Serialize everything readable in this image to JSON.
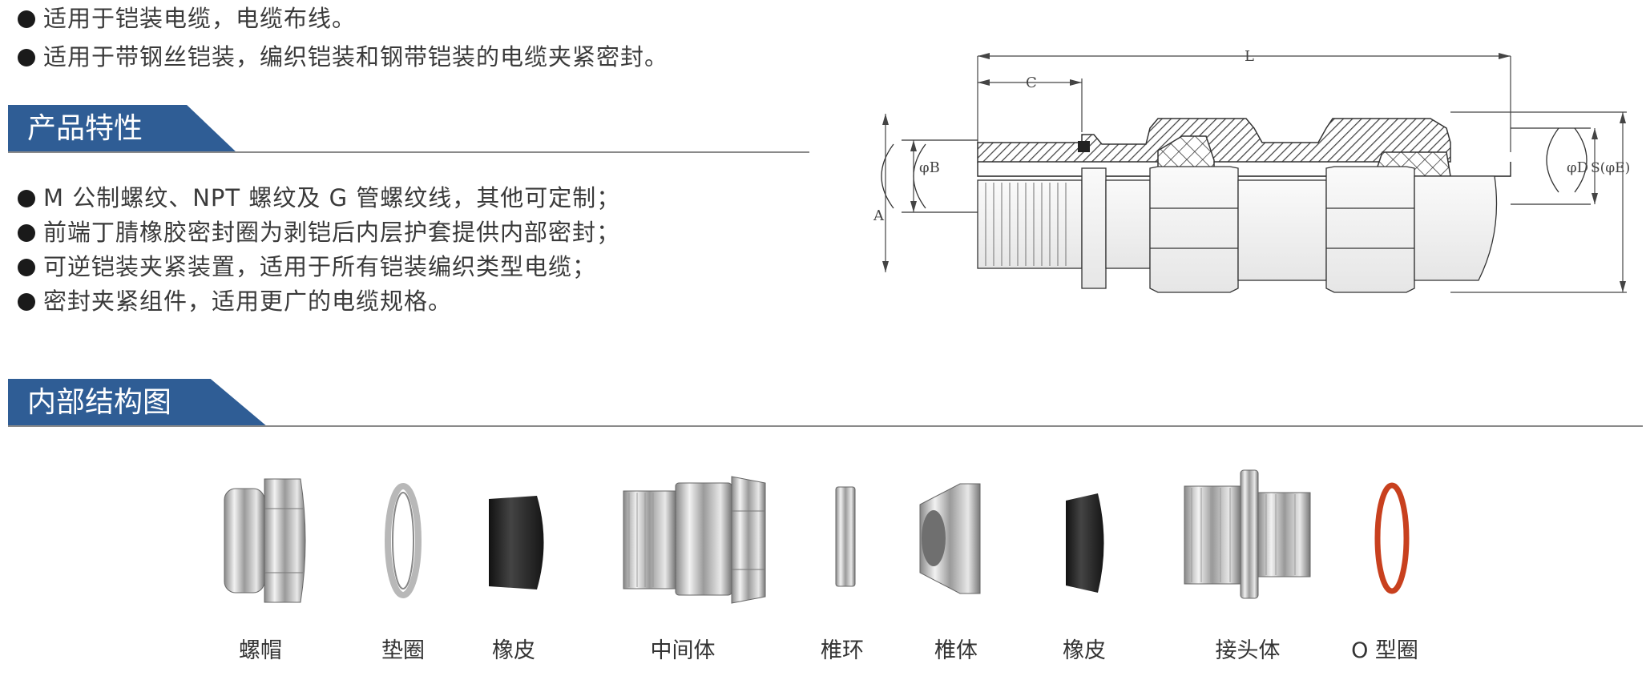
{
  "intro_bullets": [
    "适用于铠装电缆，电缆布线。",
    "适用于带钢丝铠装，编织铠装和钢带铠装的电缆夹紧密封。"
  ],
  "section_features": {
    "title": "产品特性"
  },
  "feature_bullets": [
    "M 公制螺纹、NPT 螺纹及 G 管螺纹线，其他可定制；",
    "前端丁腈橡胶密封圈为剥铠后内层护套提供内部密封；",
    "可逆铠装夹紧装置，适用于所有铠装编织类型电缆；",
    "密封夹紧组件，适用更广的电缆规格。"
  ],
  "section_structure": {
    "title": "内部结构图"
  },
  "diagram_labels": {
    "L": "L",
    "C": "C",
    "A": "A",
    "B": "φB",
    "D": "φD",
    "S": "S(φE)"
  },
  "parts": [
    {
      "label": "螺帽",
      "icon": "nut-icon"
    },
    {
      "label": "垫圈",
      "icon": "washer-icon"
    },
    {
      "label": "橡皮",
      "icon": "rubber-seal-icon"
    },
    {
      "label": "中间体",
      "icon": "middle-body-icon"
    },
    {
      "label": "椎环",
      "icon": "cone-ring-icon"
    },
    {
      "label": "椎体",
      "icon": "cone-icon"
    },
    {
      "label": "橡皮",
      "icon": "rubber-seal-icon"
    },
    {
      "label": "接头体",
      "icon": "entry-body-icon"
    },
    {
      "label": "O 型圈",
      "icon": "o-ring-icon"
    }
  ],
  "colors": {
    "accent": "#2f5d95",
    "oring": "#c8401e"
  }
}
